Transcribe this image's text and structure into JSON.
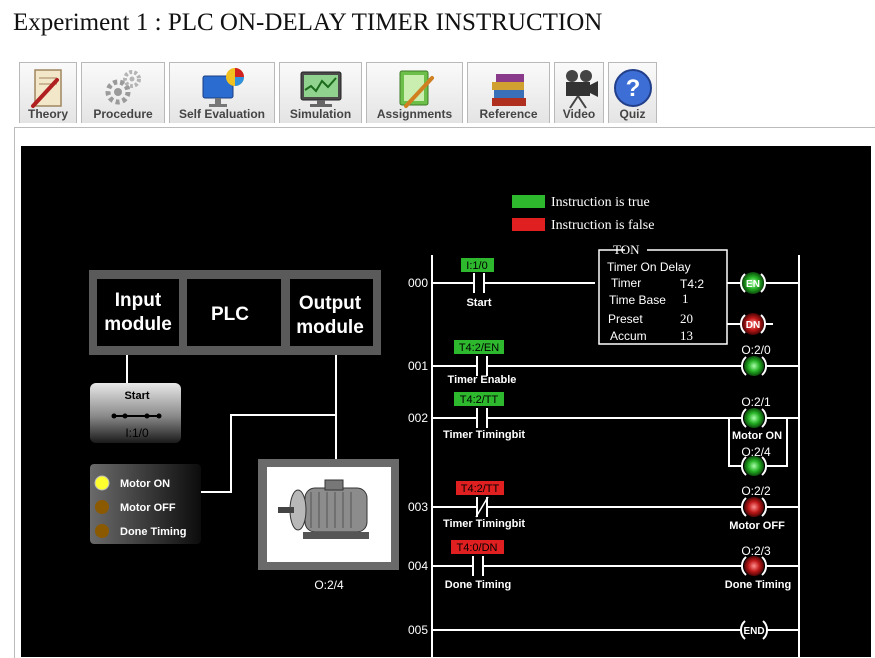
{
  "page": {
    "title": "Experiment 1 : PLC ON-DELAY TIMER INSTRUCTION"
  },
  "tabs": [
    {
      "label": "Theory",
      "icon": "theory-icon"
    },
    {
      "label": "Procedure",
      "icon": "gears-icon"
    },
    {
      "label": "Self Evaluation",
      "icon": "monitor-chart-icon"
    },
    {
      "label": "Simulation",
      "icon": "simulation-screen-icon"
    },
    {
      "label": "Assignments",
      "icon": "notebook-pen-icon"
    },
    {
      "label": "Reference",
      "icon": "books-icon"
    },
    {
      "label": "Video",
      "icon": "video-camera-icon"
    },
    {
      "label": "Quiz",
      "icon": "question-mark-icon"
    }
  ],
  "legend": {
    "true_label": "Instruction is true",
    "false_label": "Instruction is false",
    "true_color": "#2eb82e",
    "false_color": "#e02020"
  },
  "plc_block": {
    "input_module": "Input module",
    "plc": "PLC",
    "output_module": "Output module"
  },
  "switch_panel": {
    "title": "Start",
    "address": "I:1/0"
  },
  "indicators": [
    {
      "label": "Motor ON",
      "state": "on",
      "color": "#ffff30"
    },
    {
      "label": "Motor OFF",
      "state": "off",
      "color": "#8b5a00"
    },
    {
      "label": "Done Timing",
      "state": "off",
      "color": "#8b5a00"
    }
  ],
  "motor": {
    "address": "O:2/4"
  },
  "ladder": {
    "rungs": [
      {
        "number": "000",
        "contact_tag": "I:1/0",
        "contact_label": "Start",
        "contact_state": "true"
      },
      {
        "number": "001",
        "contact_tag": "T4:2/EN",
        "contact_label": "Timer Enable",
        "contact_state": "true",
        "coil_tag": "O:2/0",
        "coil_state": "on"
      },
      {
        "number": "002",
        "contact_tag": "T4:2/TT",
        "contact_label": "Timer Timingbit",
        "contact_state": "true",
        "coil_tag": "O:2/1",
        "coil_label": "Motor ON",
        "coil_state": "on",
        "branch_coil_tag": "O:2/4",
        "branch_coil_state": "on"
      },
      {
        "number": "003",
        "contact_tag": "T4:2/TT",
        "contact_label": "Timer Timingbit",
        "contact_state": "false",
        "contact_type": "NC",
        "coil_tag": "O:2/2",
        "coil_label": "Motor OFF",
        "coil_state": "off"
      },
      {
        "number": "004",
        "contact_tag": "T4:0/DN",
        "contact_label": "Done Timing",
        "contact_state": "false",
        "coil_tag": "O:2/3",
        "coil_label": "Done Timing",
        "coil_state": "off"
      },
      {
        "number": "005",
        "end_label": "END"
      }
    ],
    "ton": {
      "header": "TON",
      "name": "Timer On Delay",
      "timer_label": "Timer",
      "timer_value": "T4:2",
      "timebase_label": "Time Base",
      "timebase_value": "1",
      "preset_label": "Preset",
      "preset_value": "20",
      "accum_label": "Accum",
      "accum_value": "13",
      "en_label": "EN",
      "dn_label": "DN",
      "en_state": "on",
      "dn_state": "off"
    }
  }
}
